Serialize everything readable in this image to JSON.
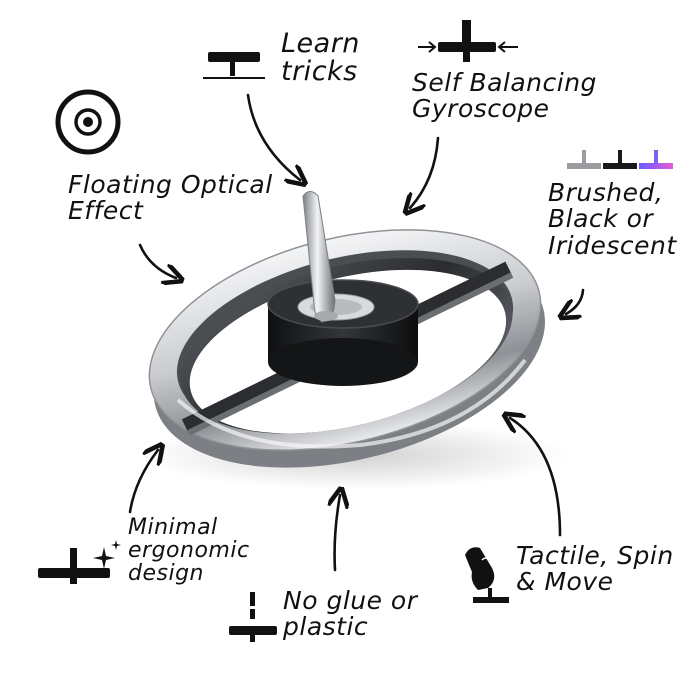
{
  "labels": {
    "learn": [
      "Learn",
      "tricks"
    ],
    "gyro": [
      "Self Balancing",
      "Gyroscope"
    ],
    "floating": [
      "Floating Optical",
      "Effect"
    ],
    "finish": [
      "Brushed,",
      "Black or",
      "Iridescent"
    ],
    "minimal": [
      "Minimal",
      "ergonomic",
      "design"
    ],
    "noglue": [
      "No glue or",
      "plastic"
    ],
    "tactile": [
      "Tactile, Spin",
      "& Move"
    ]
  },
  "colors": {
    "ink": "#111111",
    "metal_light": "#e6e7e9",
    "metal_mid": "#a9abaf",
    "metal_dark": "#5b5e63",
    "hub": "#1d1e20",
    "iridescent_a": "#6a5cff",
    "iridescent_b": "#e35bd8",
    "brushed": "#9a9ca0",
    "black_finish": "#1a1a1a"
  },
  "icons": [
    "target-icon",
    "spinner-tip-icon",
    "balance-arrows-icon",
    "finish-swatches-icon",
    "sparkle-icon",
    "pin-icon",
    "hand-spin-icon"
  ]
}
